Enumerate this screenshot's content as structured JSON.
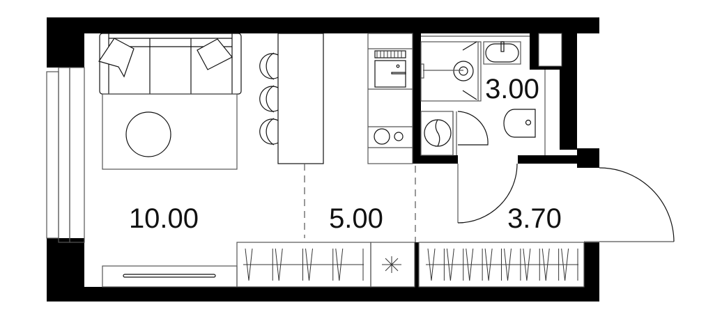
{
  "plan": {
    "rooms": [
      {
        "name": "living",
        "area": "10.00"
      },
      {
        "name": "kitchen",
        "area": "5.00"
      },
      {
        "name": "hallway",
        "area": "3.70"
      },
      {
        "name": "bathroom",
        "area": "3.00"
      }
    ],
    "colors": {
      "wall": "#000000",
      "line": "#555555",
      "background": "#ffffff"
    }
  }
}
